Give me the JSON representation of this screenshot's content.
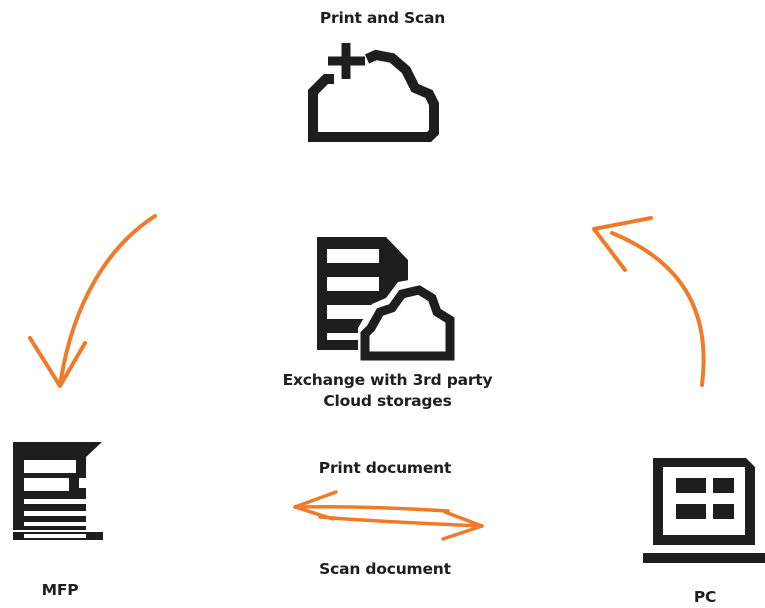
{
  "diagram": {
    "title": "Print and Scan",
    "hub": {
      "line1": "Exchange with 3rd party",
      "line2": "Cloud storages"
    },
    "flows": {
      "print": "Print document",
      "scan": "Scan document"
    },
    "nodes": {
      "mfp": "MFP",
      "pc": "PC"
    },
    "colors": {
      "icon": "#1e1e1e",
      "arrow": "#f07a28",
      "background": "#ffffff"
    },
    "icons": {
      "top": "cloud-plus-icon",
      "center": "server-cloud-icon",
      "left": "printer-mfp-icon",
      "right": "laptop-pc-icon"
    }
  }
}
